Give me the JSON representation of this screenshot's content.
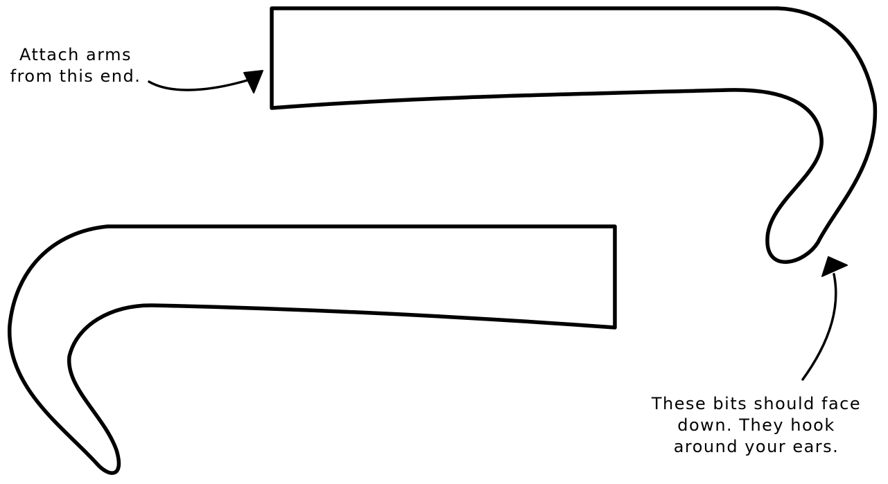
{
  "diagram": {
    "colors": {
      "stroke": "#000000",
      "background": "#ffffff"
    },
    "annotations": {
      "attach": {
        "lines": [
          "Attach arms",
          "from this end."
        ]
      },
      "ears": {
        "lines": [
          "These bits should face",
          "down. They hook",
          "around your ears."
        ]
      }
    }
  }
}
